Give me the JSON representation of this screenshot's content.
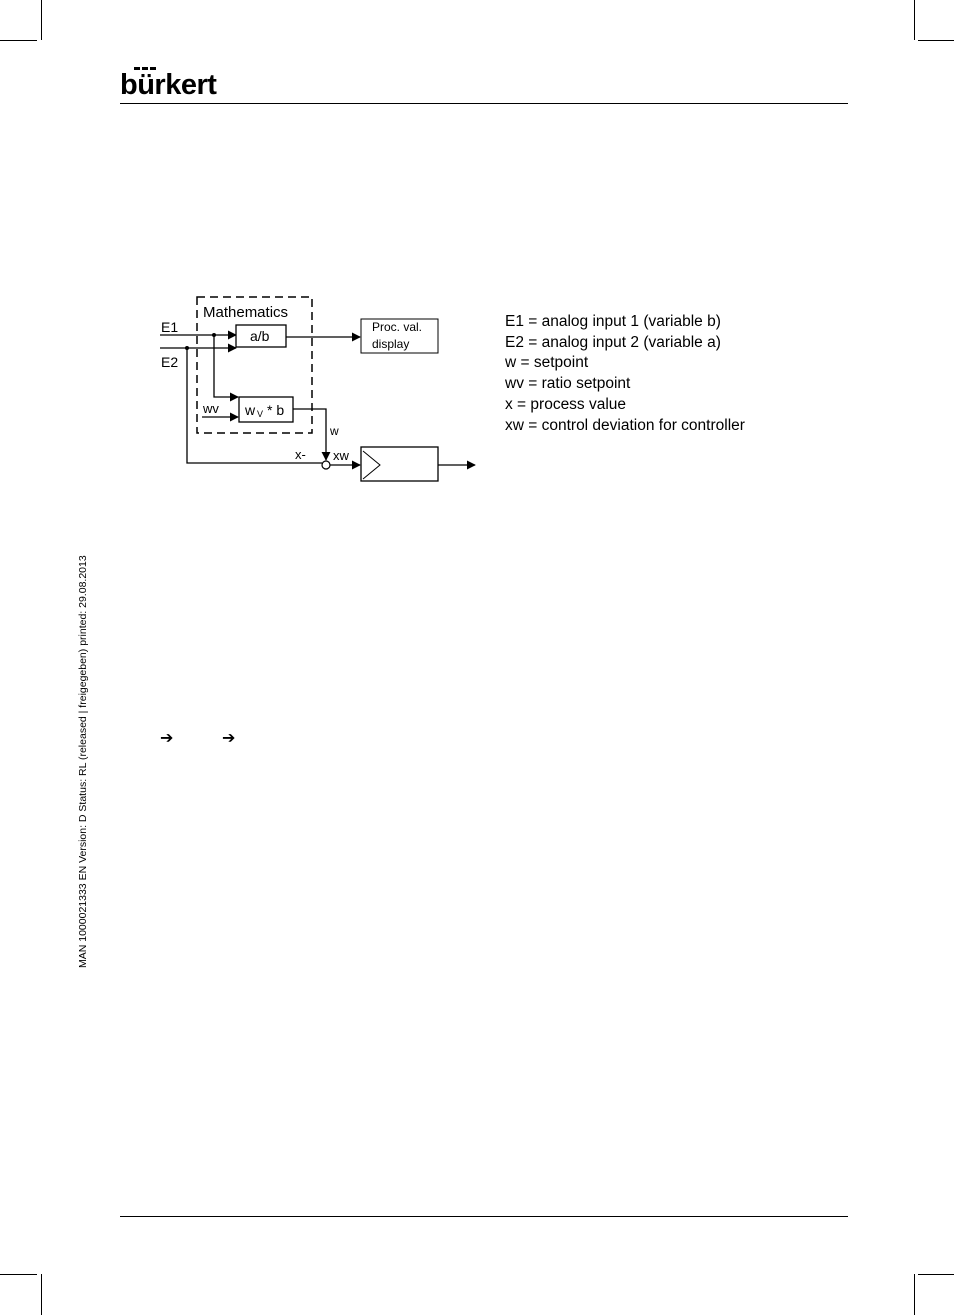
{
  "header": {
    "brand": "bürkert"
  },
  "diagram": {
    "block_title": "Mathematics",
    "input_e1": "E1",
    "input_e2": "E2",
    "block_ratio": "a/b",
    "display_box_line1": "Proc. val.",
    "display_box_line2": "display",
    "input_wv": "wv",
    "block_multiply_main": "w",
    "block_multiply_sub": "V",
    "block_multiply_rest": "* b",
    "signal_w": "w",
    "signal_x": "x-",
    "signal_xw": "xw"
  },
  "legend": [
    "E1  = analog input 1 (variable b)",
    "E2 = analog input 2 (variable a)",
    "w = setpoint",
    "wv = ratio setpoint",
    "x = process value",
    "xw = control deviation for controller"
  ],
  "navigation_arrows": [
    "➔",
    "➔"
  ],
  "side_note": "MAN  1000021333  EN  Version: D  Status: RL (released | freigegeben)  printed: 29.08.2013"
}
